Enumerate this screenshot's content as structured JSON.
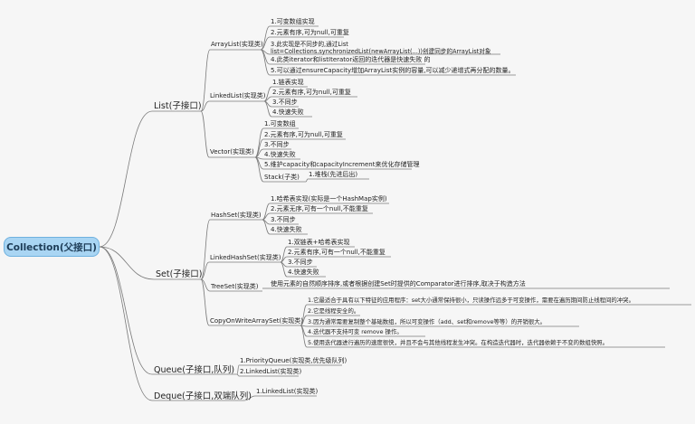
{
  "root": "Collection(父接口)",
  "list": {
    "label": "List(子接口)",
    "arraylist": {
      "label": "ArrayList(实现类)",
      "items": [
        "1.可变数组实现",
        "2.元素有序,可为null,可重复",
        "3.此实现是不同步的,通过List list=Collections.synchronizedList(newArrayList(...))创建同步的ArrayList对象",
        "4.此类iterator和listIterator返回的迭代器是快速失败 的",
        "5.可以通过ensureCapacity增加ArrayList实例的容量,可以减少递增式再分配的数量。"
      ]
    },
    "linkedlist": {
      "label": "LinkedList(实现类)",
      "items": [
        "1.链表实现",
        "2.元素有序,可为null,可重复",
        "3.不同步",
        "4.快速失败"
      ]
    },
    "vector": {
      "label": "Vector(实现类)",
      "items": [
        "1.可变数组",
        "2.元素有序,可为null,可重复",
        "3.不同步",
        "4.快速失败",
        "5.维护capacity和capacityIncrement来优化存储管理"
      ],
      "stack": {
        "label": "Stack(子类)",
        "item": "1.堆栈(先进后出)"
      }
    }
  },
  "set": {
    "label": "Set(子接口)",
    "hashset": {
      "label": "HashSet(实现类)",
      "items": [
        "1.哈希表实现(实际是一个HashMap实例)",
        "2.元素无序,可有一个null,不能重复",
        "3.不同步",
        "4.快速失败"
      ]
    },
    "linkedhashset": {
      "label": "LinkedHashSet(实现类)",
      "items": [
        "1.双链表+哈希表实现",
        "2.元素有序,可有一个null,不能重复",
        "3.不同步",
        "4.快速失败"
      ]
    },
    "treeset": {
      "label": "TreeSet(实现类)",
      "item": "使用元素的自然顺序排序,或者根据创建Set时提供的Comparator进行排序,取决于构造方法"
    },
    "cowset": {
      "label": "CopyOnWriteArraySet(实现类)",
      "items": [
        "1.它最适合于具有以下特征的应用程序：set大小通常保持很小，只读操作远多于可变操作，需要在遍历期间防止线程间的冲突。",
        "2.它是线程安全的。",
        "3.因为通常需要复制整个基础数组，所以可变操作（add、set和remove等等）的开销很大。",
        "4.迭代器不支持可变 remove 操作。",
        "5.使用迭代器进行遍历的速度很快，并且不会与其他线程发生冲突。在构造迭代器时，迭代器依赖于不变的数组快照。"
      ]
    }
  },
  "queue": {
    "label": "Queue(子接口,队列)",
    "items": [
      "1.PriorityQueue(实现类,优先级队列)",
      "2.LinkedList(实现类)"
    ]
  },
  "deque": {
    "label": "Deque(子接口,双端队列)",
    "items": [
      "1.LinkedList(实现类)"
    ]
  },
  "colors": {
    "line": "#7a7a7a",
    "root_fill": "#a9d5f3",
    "root_border": "#6fb1df"
  }
}
